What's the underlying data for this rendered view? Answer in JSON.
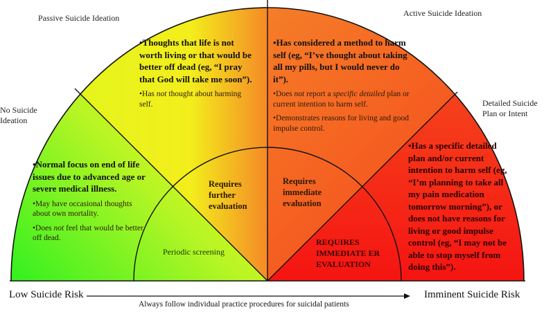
{
  "colors": {
    "green": "#33ee22",
    "yellow_green": "#ccf522",
    "yellow": "#f0f51c",
    "orange": "#f57a28",
    "red_orange": "#f5461e",
    "red": "#f51a14",
    "outline": "#111111"
  },
  "zone_labels": {
    "passive": "Passive Suicide Ideation",
    "active": "Active Suicide Ideation",
    "none_line1": "No Suicide",
    "none_line2": "Ideation",
    "detailed_line1": "Detailed Suicide",
    "detailed_line2": "Plan or Intent"
  },
  "segments": {
    "no_ideation": {
      "main": "•Normal focus on end of life issues due to advanced age or severe medical illness.",
      "point1": "•May have occasional thoughts about own mortality.",
      "point2_pre": "•Does ",
      "point2_em": "not",
      "point2_post": " feel that would be better off dead."
    },
    "passive": {
      "main": "•Thoughts that life is not worth living or that would be better off dead (eg, “I pray that God will take me soon”).",
      "point1_pre": "•Has ",
      "point1_em": "not",
      "point1_post": " thought about harming self."
    },
    "active": {
      "main": "•Has considered a method to harm self (eg, “I’ve thought about taking all my pills, but I would never do it”).",
      "point1_pre": "•Does ",
      "point1_em": "not",
      "point1_mid": " report a ",
      "point1_em2": "specific detailed",
      "point1_post": " plan or current intention to harm self.",
      "point2": "•Demonstrates reasons for living and good impulse control."
    },
    "detailed": {
      "main": "•Has a specific detailed plan and/or current intention to harm self (eg, “I’m planning to take all my pain medication tomorrow morning”), or does not have reasons for living or good impulse control (eg, “I may not be able to stop myself from doing this”)."
    }
  },
  "inner_actions": {
    "screening": "Periodic screening",
    "further_l1": "Requires",
    "further_l2": "further",
    "further_l3": "evaluation",
    "immediate_l1": "Requires",
    "immediate_l2": "immediate",
    "immediate_l3": "evaluation",
    "er_l1": "REQUIRES",
    "er_l2": "IMMEDIATE ER",
    "er_l3": "EVALUATION"
  },
  "axis": {
    "low": "Low Suicide Risk",
    "high": "Imminent Suicide Risk",
    "note": "Always follow individual practice procedures for suicidal patients"
  }
}
